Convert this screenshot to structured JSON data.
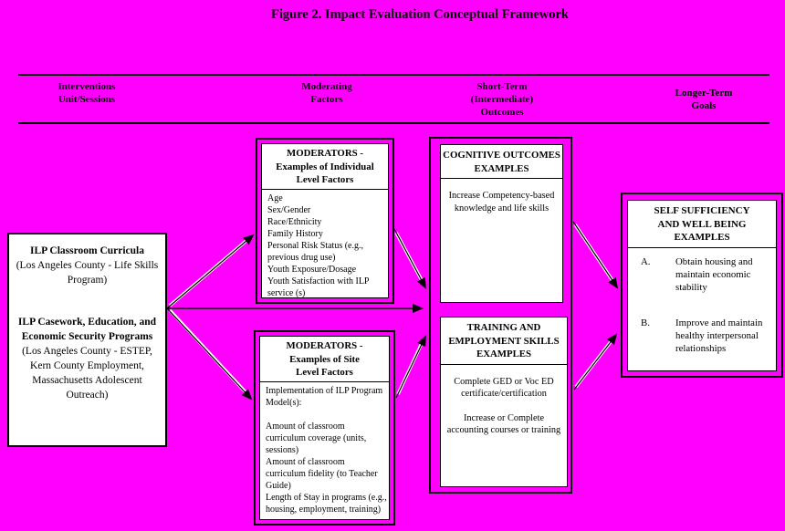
{
  "title": "Figure 2. Impact Evaluation Conceptual Framework",
  "columns": {
    "interventions": "Interventions\nUnit/Sessions",
    "moderating": "Moderating\nFactors",
    "short_term": "Short-Term\n(Intermediate)\nOutcomes",
    "longer_term": "Longer-Term\nGoals"
  },
  "interventions_box": {
    "para1_bold": "ILP Classroom Curricula",
    "para1_rest": "(Los Angeles County - Life Skills Program)",
    "para2_bold": "ILP Casework, Education, and Economic Security Programs",
    "para2_rest": " (Los Angeles County - ESTEP, Kern County Employment, Massachusetts Adolescent Outreach)"
  },
  "moderators_individual": {
    "heading": "MODERATORS -\nExamples of Individual\nLevel Factors",
    "items": {
      "0": "Age",
      "1": "Sex/Gender",
      "2": "Race/Ethnicity",
      "3": "Family History",
      "4": "Personal Risk Status (e.g., previous drug use)",
      "5": "Youth Exposure/Dosage",
      "6": "Youth Satisfaction with ILP service (s)"
    }
  },
  "moderators_site": {
    "heading": "MODERATORS -\nExamples of Site\nLevel Factors",
    "intro": "Implementation of ILP Program Model(s):",
    "items": {
      "0": "Amount of classroom curriculum coverage (units, sessions)",
      "1": "Amount of classroom curriculum fidelity (to Teacher Guide)",
      "2": "Length of Stay in programs (e.g., housing, employment, training)"
    }
  },
  "cognitive_outcomes": {
    "heading": "COGNITIVE OUTCOMES\nEXAMPLES",
    "body": "Increase Competency-based knowledge and life skills"
  },
  "training_outcomes": {
    "heading": "TRAINING AND\nEMPLOYMENT SKILLS\nEXAMPLES",
    "body1": "Complete GED or Voc ED certificate/certification",
    "body2": "Increase or Complete accounting courses or training"
  },
  "self_sufficiency": {
    "heading": "SELF SUFFICIENCY\nAND WELL BEING\nEXAMPLES",
    "item_a_label": "A.",
    "item_a_text": "Obtain housing and maintain economic stability",
    "item_b_label": "B.",
    "item_b_text": "Improve and maintain healthy interpersonal relationships"
  },
  "colors": {
    "background": "#FF00FF",
    "box_fill": "#FFFFFF",
    "line_color": "#000000"
  }
}
